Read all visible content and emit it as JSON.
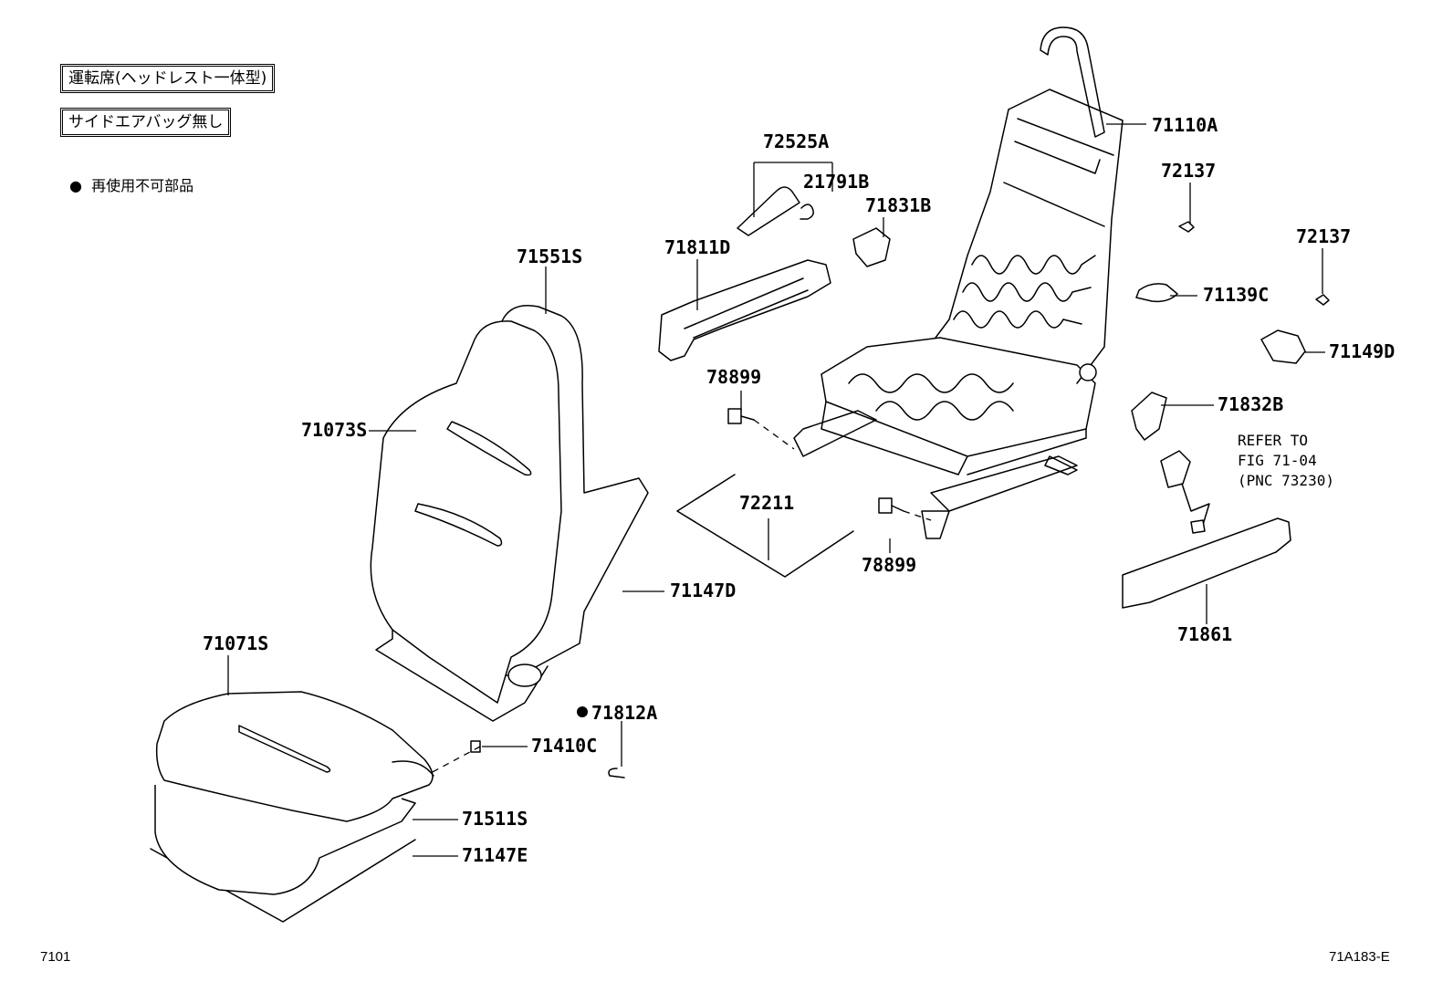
{
  "notes": {
    "driver_seat": "運転席(ヘッドレスト一体型)",
    "no_side_airbag": "サイドエアバッグ無し",
    "non_reusable": "再使用不可部品"
  },
  "parts": {
    "p71110A": "71110A",
    "p72137a": "72137",
    "p72137b": "72137",
    "p72525A": "72525A",
    "p21791B": "21791B",
    "p71831B": "71831B",
    "p71811D": "71811D",
    "p71551S": "71551S",
    "p71139C": "71139C",
    "p71149D": "71149D",
    "p78899a": "78899",
    "p71832B": "71832B",
    "p71073S": "71073S",
    "p72211": "72211",
    "p78899b": "78899",
    "p71147D": "71147D",
    "p71861": "71861",
    "p71071S": "71071S",
    "p71812A": "71812A",
    "p71410C": "71410C",
    "p71511S": "71511S",
    "p71147E": "71147E"
  },
  "refer": {
    "line1": "REFER TO",
    "line2": "FIG 71-04",
    "line3": "(PNC 73230)"
  },
  "footer": {
    "page_code": "7101",
    "figure_code": "71A183-E"
  }
}
